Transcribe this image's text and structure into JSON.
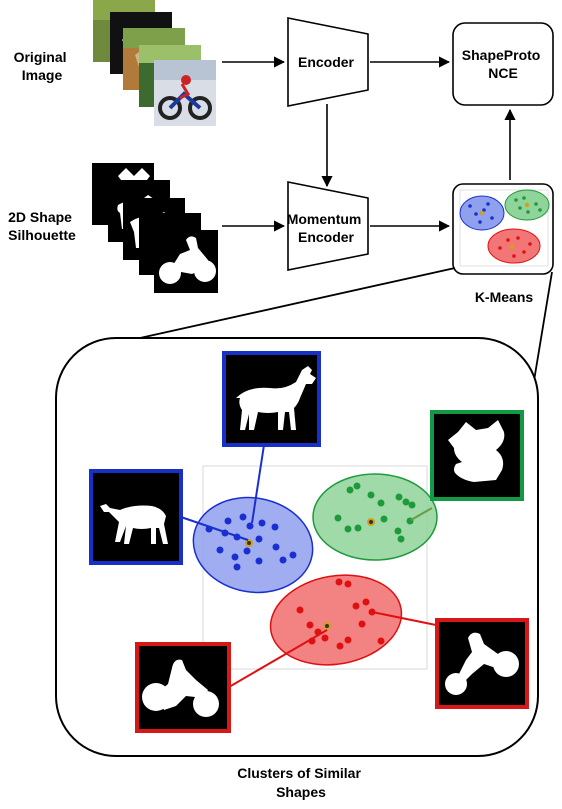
{
  "labels": {
    "original_image": [
      "Original",
      "Image"
    ],
    "shape_silhouette": [
      "2D Shape",
      "Silhouette"
    ],
    "encoder": "Encoder",
    "momentum_encoder": [
      "Momentum",
      "Encoder"
    ],
    "shapeproto_nce": [
      "ShapeProto",
      "NCE"
    ],
    "kmeans": "K-Means",
    "clusters_caption": [
      "Clusters of Similar",
      "Shapes"
    ]
  },
  "colors": {
    "cluster_blue": "#1a2fd0",
    "cluster_green": "#1f9a3a",
    "cluster_red": "#e01010",
    "fill_blue": "#8fa0ee",
    "fill_green": "#8fd49a",
    "fill_red": "#f27676",
    "centroid": "#d4a017",
    "frame_blue": "#1630c8",
    "frame_green": "#119944",
    "frame_red": "#d81818"
  },
  "icons": {
    "photo_stack": "natural-photo-stack",
    "silhouette_stack": "silhouette-stack",
    "deer_silhouette": "deer-silhouette",
    "fawn_silhouette": "fawn-silhouette",
    "dog_silhouette": "dog-silhouette",
    "motorbike_silhouette": "motorbike-silhouette"
  }
}
